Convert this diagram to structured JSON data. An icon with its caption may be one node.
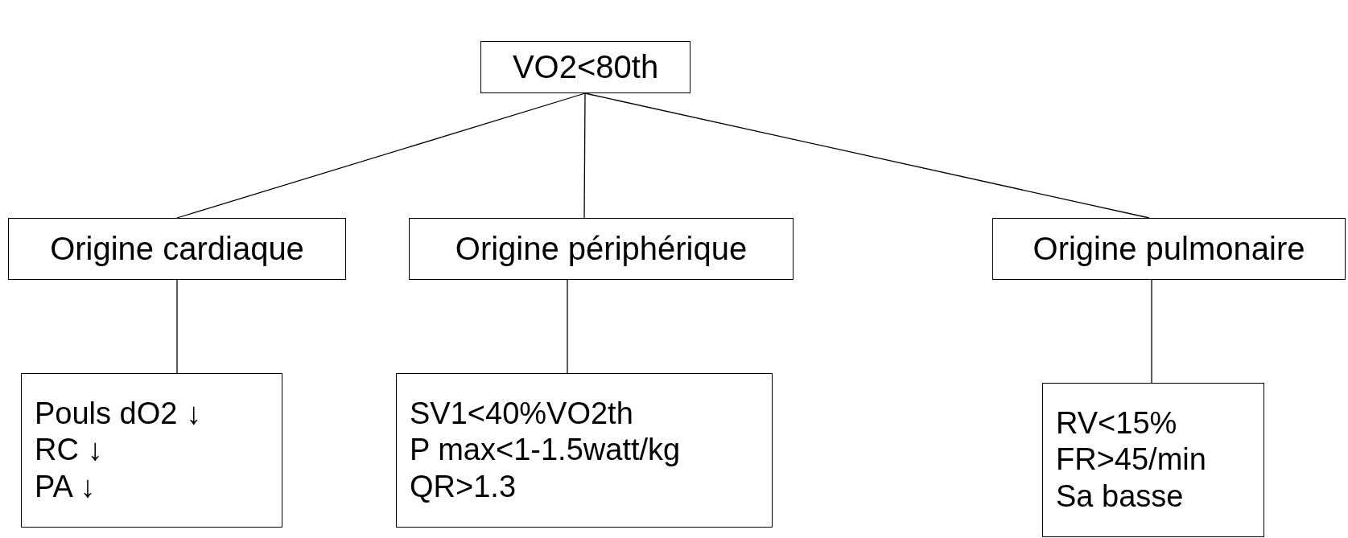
{
  "diagram": {
    "nodes": [
      {
        "text": [
          "VO2<80th"
        ]
      },
      {
        "text": [
          "Origine cardiaque"
        ]
      },
      {
        "text": [
          "Origine périphérique"
        ]
      },
      {
        "text": [
          "Origine pulmonaire"
        ]
      },
      {
        "text": [
          "Pouls dO2 ↓",
          "RC ↓",
          "PA ↓"
        ]
      },
      {
        "text": [
          "SV1<40%VO2th",
          "P max<1-1.5watt/kg",
          "QR>1.3"
        ]
      },
      {
        "text": [
          "RV<15%",
          "FR>45/min",
          "Sa basse"
        ]
      }
    ],
    "edges": [
      {
        "from": 0,
        "to": 1,
        "arrow": "none"
      },
      {
        "from": 0,
        "to": 2,
        "arrow": "none"
      },
      {
        "from": 0,
        "to": 3,
        "arrow": "none"
      },
      {
        "from": 1,
        "to": 4,
        "arrow": "none"
      },
      {
        "from": 2,
        "to": 5,
        "arrow": "none"
      },
      {
        "from": 3,
        "to": 6,
        "arrow": "none"
      }
    ]
  }
}
